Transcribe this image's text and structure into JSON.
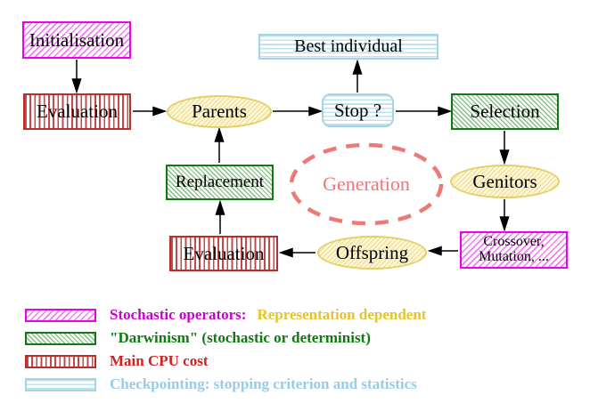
{
  "diagram": {
    "title": "",
    "nodes": {
      "initialisation": {
        "label": "Initialisation"
      },
      "evaluation_top": {
        "label": "Evaluation"
      },
      "parents": {
        "label": "Parents"
      },
      "best_individual": {
        "label": "Best individual"
      },
      "stop": {
        "label": "Stop ?"
      },
      "selection": {
        "label": "Selection"
      },
      "replacement": {
        "label": "Replacement"
      },
      "generation": {
        "label": "Generation"
      },
      "genitors": {
        "label": "Genitors"
      },
      "evaluation_bottom": {
        "label": "Evaluation"
      },
      "offspring": {
        "label": "Offspring"
      },
      "crossover": {
        "line1": "Crossover,",
        "line2": "Mutation, ..."
      }
    },
    "legend": {
      "rows": [
        {
          "label": "Stochastic operators:",
          "label2": "Representation dependent"
        },
        {
          "label": "\"Darwinism\" (stochastic or determinist)"
        },
        {
          "label": "Main CPU cost"
        },
        {
          "label": "Checkpointing: stopping criterion and statistics"
        }
      ]
    },
    "colors": {
      "magenta_border": "#ee00ee",
      "red_border": "#bf2a2a",
      "green_border": "#147814",
      "cyan_border": "#a5d5e5",
      "yellow_border": "#e3cf66",
      "yellow_fill": "#fdf8da",
      "generation_salmon": "#ee7777",
      "legend_magenta_text": "#cc00cc",
      "legend_yellow_text": "#e8c229",
      "legend_green_text": "#0f7a10",
      "legend_red_text": "#cc2222",
      "legend_cyan_text": "#9acbe6",
      "arrow_black": "#000000"
    }
  }
}
